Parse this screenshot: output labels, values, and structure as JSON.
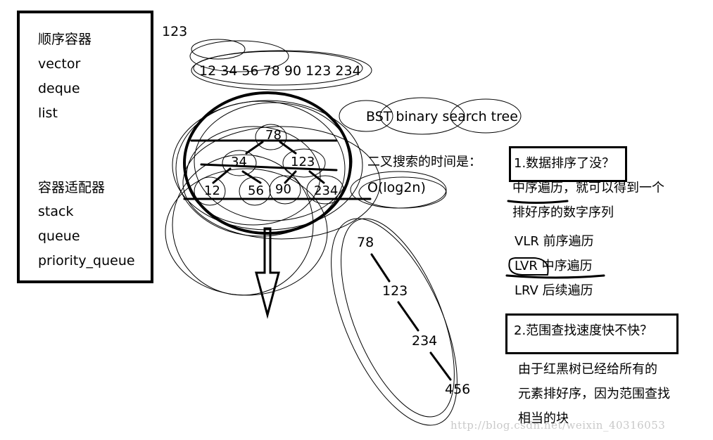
{
  "left_panel": {
    "seq_title": "顺序容器",
    "seq_items": [
      "vector",
      "deque",
      "list"
    ],
    "adapter_title": "容器适配器",
    "adapter_items": [
      "stack",
      "queue",
      "priority_queue"
    ]
  },
  "top_number": "123",
  "sorted_sequence": "12 34 56 78 90 123 234",
  "bst_label": "BST  binary search tree",
  "tree_nodes": [
    "78",
    "34",
    "123",
    "12",
    "56",
    "90",
    "234"
  ],
  "search_time_label": "二叉搜索的时间是：",
  "complexity": "O(log2n)",
  "chain_nodes": [
    "78",
    "123",
    "234",
    "456"
  ],
  "question1": "1.数据排序了没？",
  "inorder_line1": "中序遍历，就可以得到一个",
  "inorder_line2": "排好序的数字序列",
  "traversals": {
    "vlr": "VLR  前序遍历",
    "lvr": "LVR  中序遍历",
    "lrv": "LRV  后续遍历"
  },
  "question2": "2.范围查找速度快不快？",
  "answer_lines": [
    "由于红黑树已经给所有的",
    "元素排好序，因为范围查找",
    "相当的块"
  ],
  "watermark": "http://blog.csdn.net/weixin_40316053",
  "colors": {
    "ink": "#000000",
    "watermark": "#c9c9c9",
    "background": "#ffffff"
  }
}
